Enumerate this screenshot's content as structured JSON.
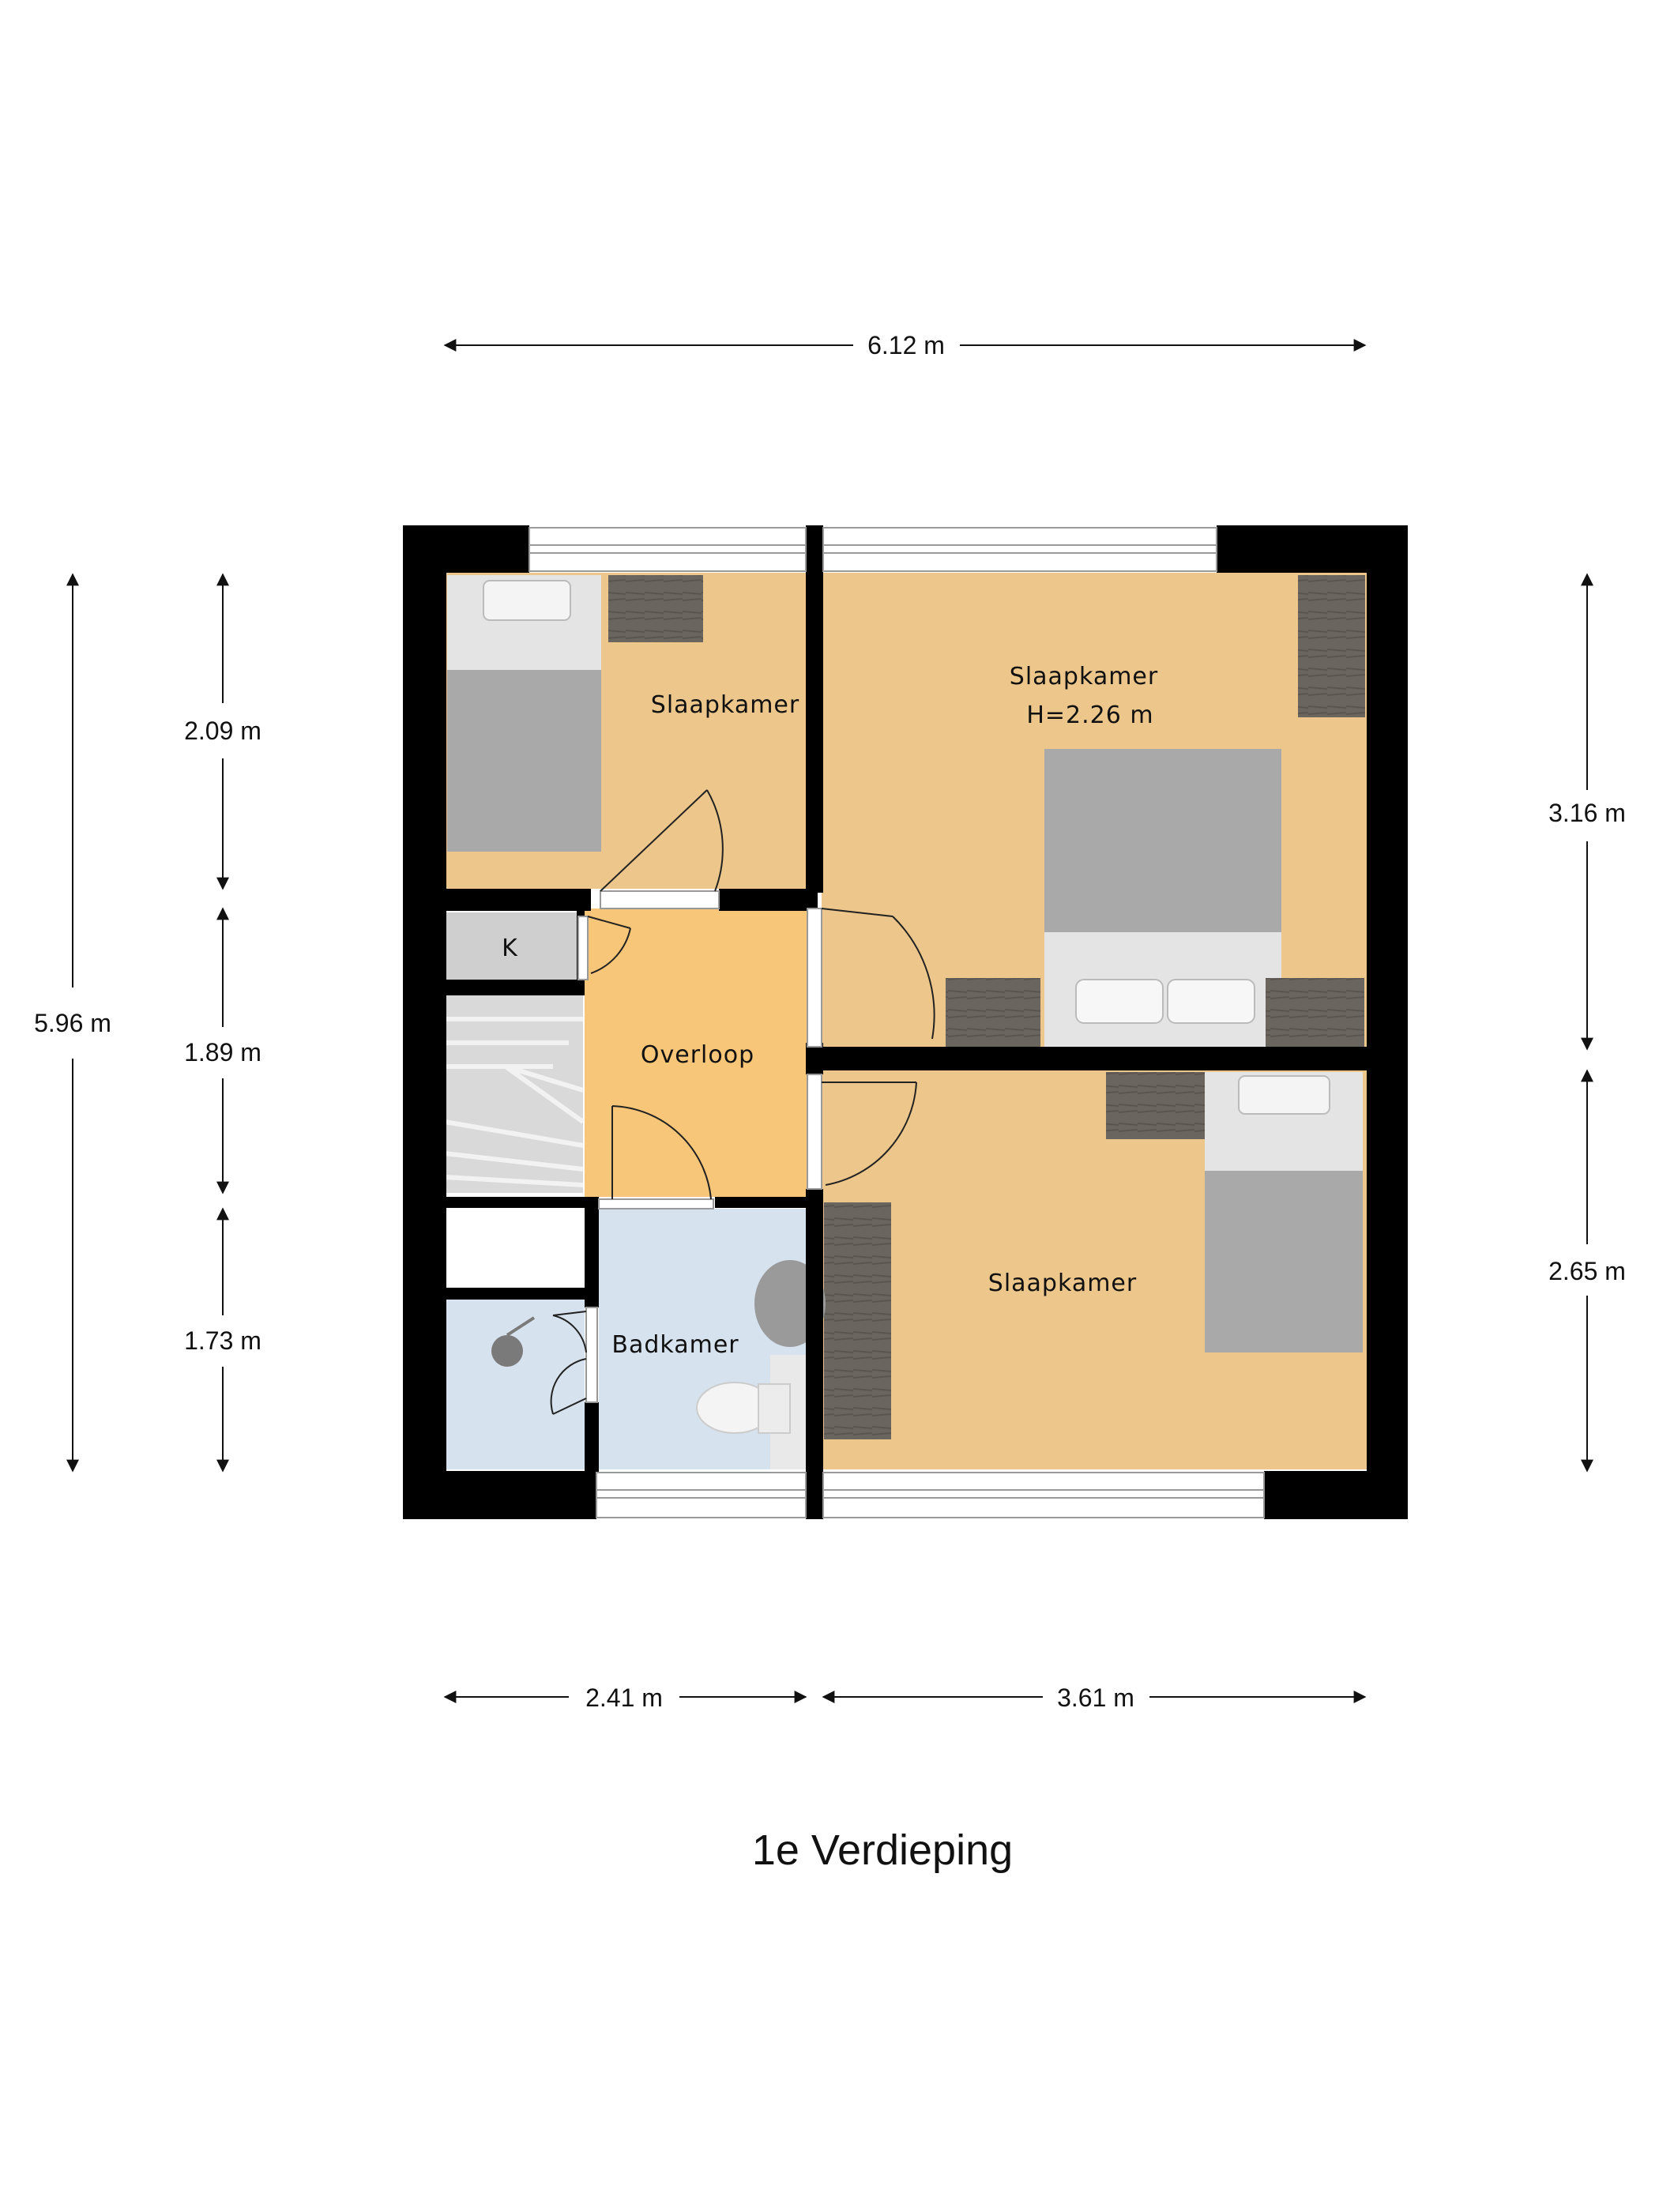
{
  "title": "1e Verdieping",
  "dimensions": {
    "top_total": "6.12 m",
    "left_total": "5.96 m",
    "left_segments": [
      "2.09 m",
      "1.89 m",
      "1.73 m"
    ],
    "right_segments": [
      "3.16 m",
      "2.65 m"
    ],
    "bottom_segments": [
      "2.41 m",
      "3.61 m"
    ]
  },
  "rooms": {
    "bedroom_small": {
      "label": "Slaapkamer"
    },
    "bedroom_master": {
      "label": "Slaapkamer",
      "height_label": "H=2.26 m"
    },
    "bedroom_third": {
      "label": "Slaapkamer"
    },
    "landing": {
      "label": "Overloop"
    },
    "bathroom": {
      "label": "Badkamer"
    },
    "closet": {
      "label": "K"
    }
  },
  "colors": {
    "wall": "#000000",
    "bedroom_floor": "#ecc68a",
    "landing_floor": "#f7c678",
    "bathroom_floor": "#d6e2ee",
    "closet_floor": "#cfcfcf",
    "furniture_dark": "#6b6560",
    "bed_grey": "#a9a9a9",
    "bed_light": "#e4e4e4"
  }
}
